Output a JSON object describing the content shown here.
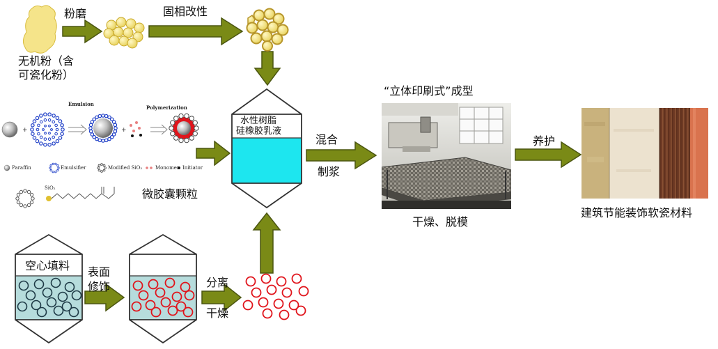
{
  "diagram": {
    "step_grinding": "粉磨",
    "step_solid_modification": "固相改性",
    "inorganic_powder_line1": "无机粉（含",
    "inorganic_powder_line2": "可瓷化粉）",
    "tank_main_line1": "水性树脂",
    "tank_main_line2": "硅橡胶乳液",
    "microcapsule_label": "微胶囊颗粒",
    "mixing_line1": "混合",
    "mixing_line2": "制浆",
    "forming_title": "“立体印刷式”成型",
    "drying_demolding": "干燥、脱模",
    "curing": "养护",
    "final_product": "建筑节能装饰软瓷材料",
    "hollow_filler": "空心填料",
    "surface_line1": "表面",
    "surface_line2": "修饰",
    "separate_line1": "分离",
    "separate_line2": "干燥",
    "micro_emulsion": "Emulsion",
    "micro_polymerization": "Polymerization",
    "legend_paraffin": "Paraffin",
    "legend_emulsifier": "Emulsifier",
    "legend_modified": "Modified SiO₂",
    "legend_monomer": "Monomer",
    "legend_initiator": "Initiator",
    "chem_sio2": "SiO₂"
  },
  "colors": {
    "arrow": "#7a8a16",
    "arrow_stroke": "#4b5610",
    "powder": "#f5e48a",
    "liquid_cyan": "#1de6ef",
    "hollow_tank_fill": "#b6dcdc",
    "red_ring": "#e0141b",
    "dark_ring": "#1e3a46",
    "emulsifier_blue": "#1f3fc7"
  }
}
